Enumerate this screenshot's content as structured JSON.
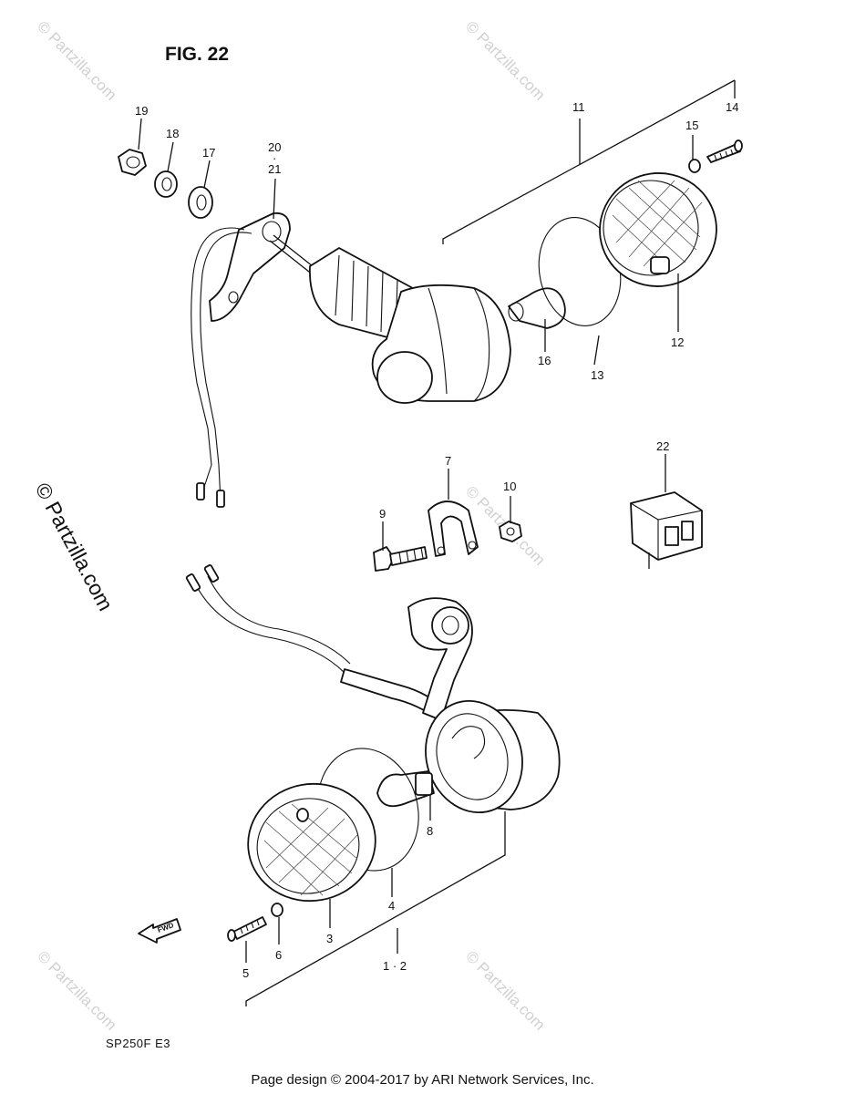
{
  "figure_title": "FIG. 22",
  "model_code": "SP250F E3",
  "fwd_label": "FWD",
  "watermark": "© Partzilla.com",
  "footer": "Page design © 2004-2017 by ARI Network Services, Inc.",
  "callouts": {
    "c1_2": "1 · 2",
    "c3": "3",
    "c4": "4",
    "c5": "5",
    "c6": "6",
    "c7": "7",
    "c8": "8",
    "c9": "9",
    "c10": "10",
    "c11": "11",
    "c12": "12",
    "c13": "13",
    "c14": "14",
    "c15": "15",
    "c16": "16",
    "c17": "17",
    "c18": "18",
    "c19": "19",
    "c20": "20",
    "c20_dot": "·",
    "c21": "21",
    "c22": "22"
  }
}
